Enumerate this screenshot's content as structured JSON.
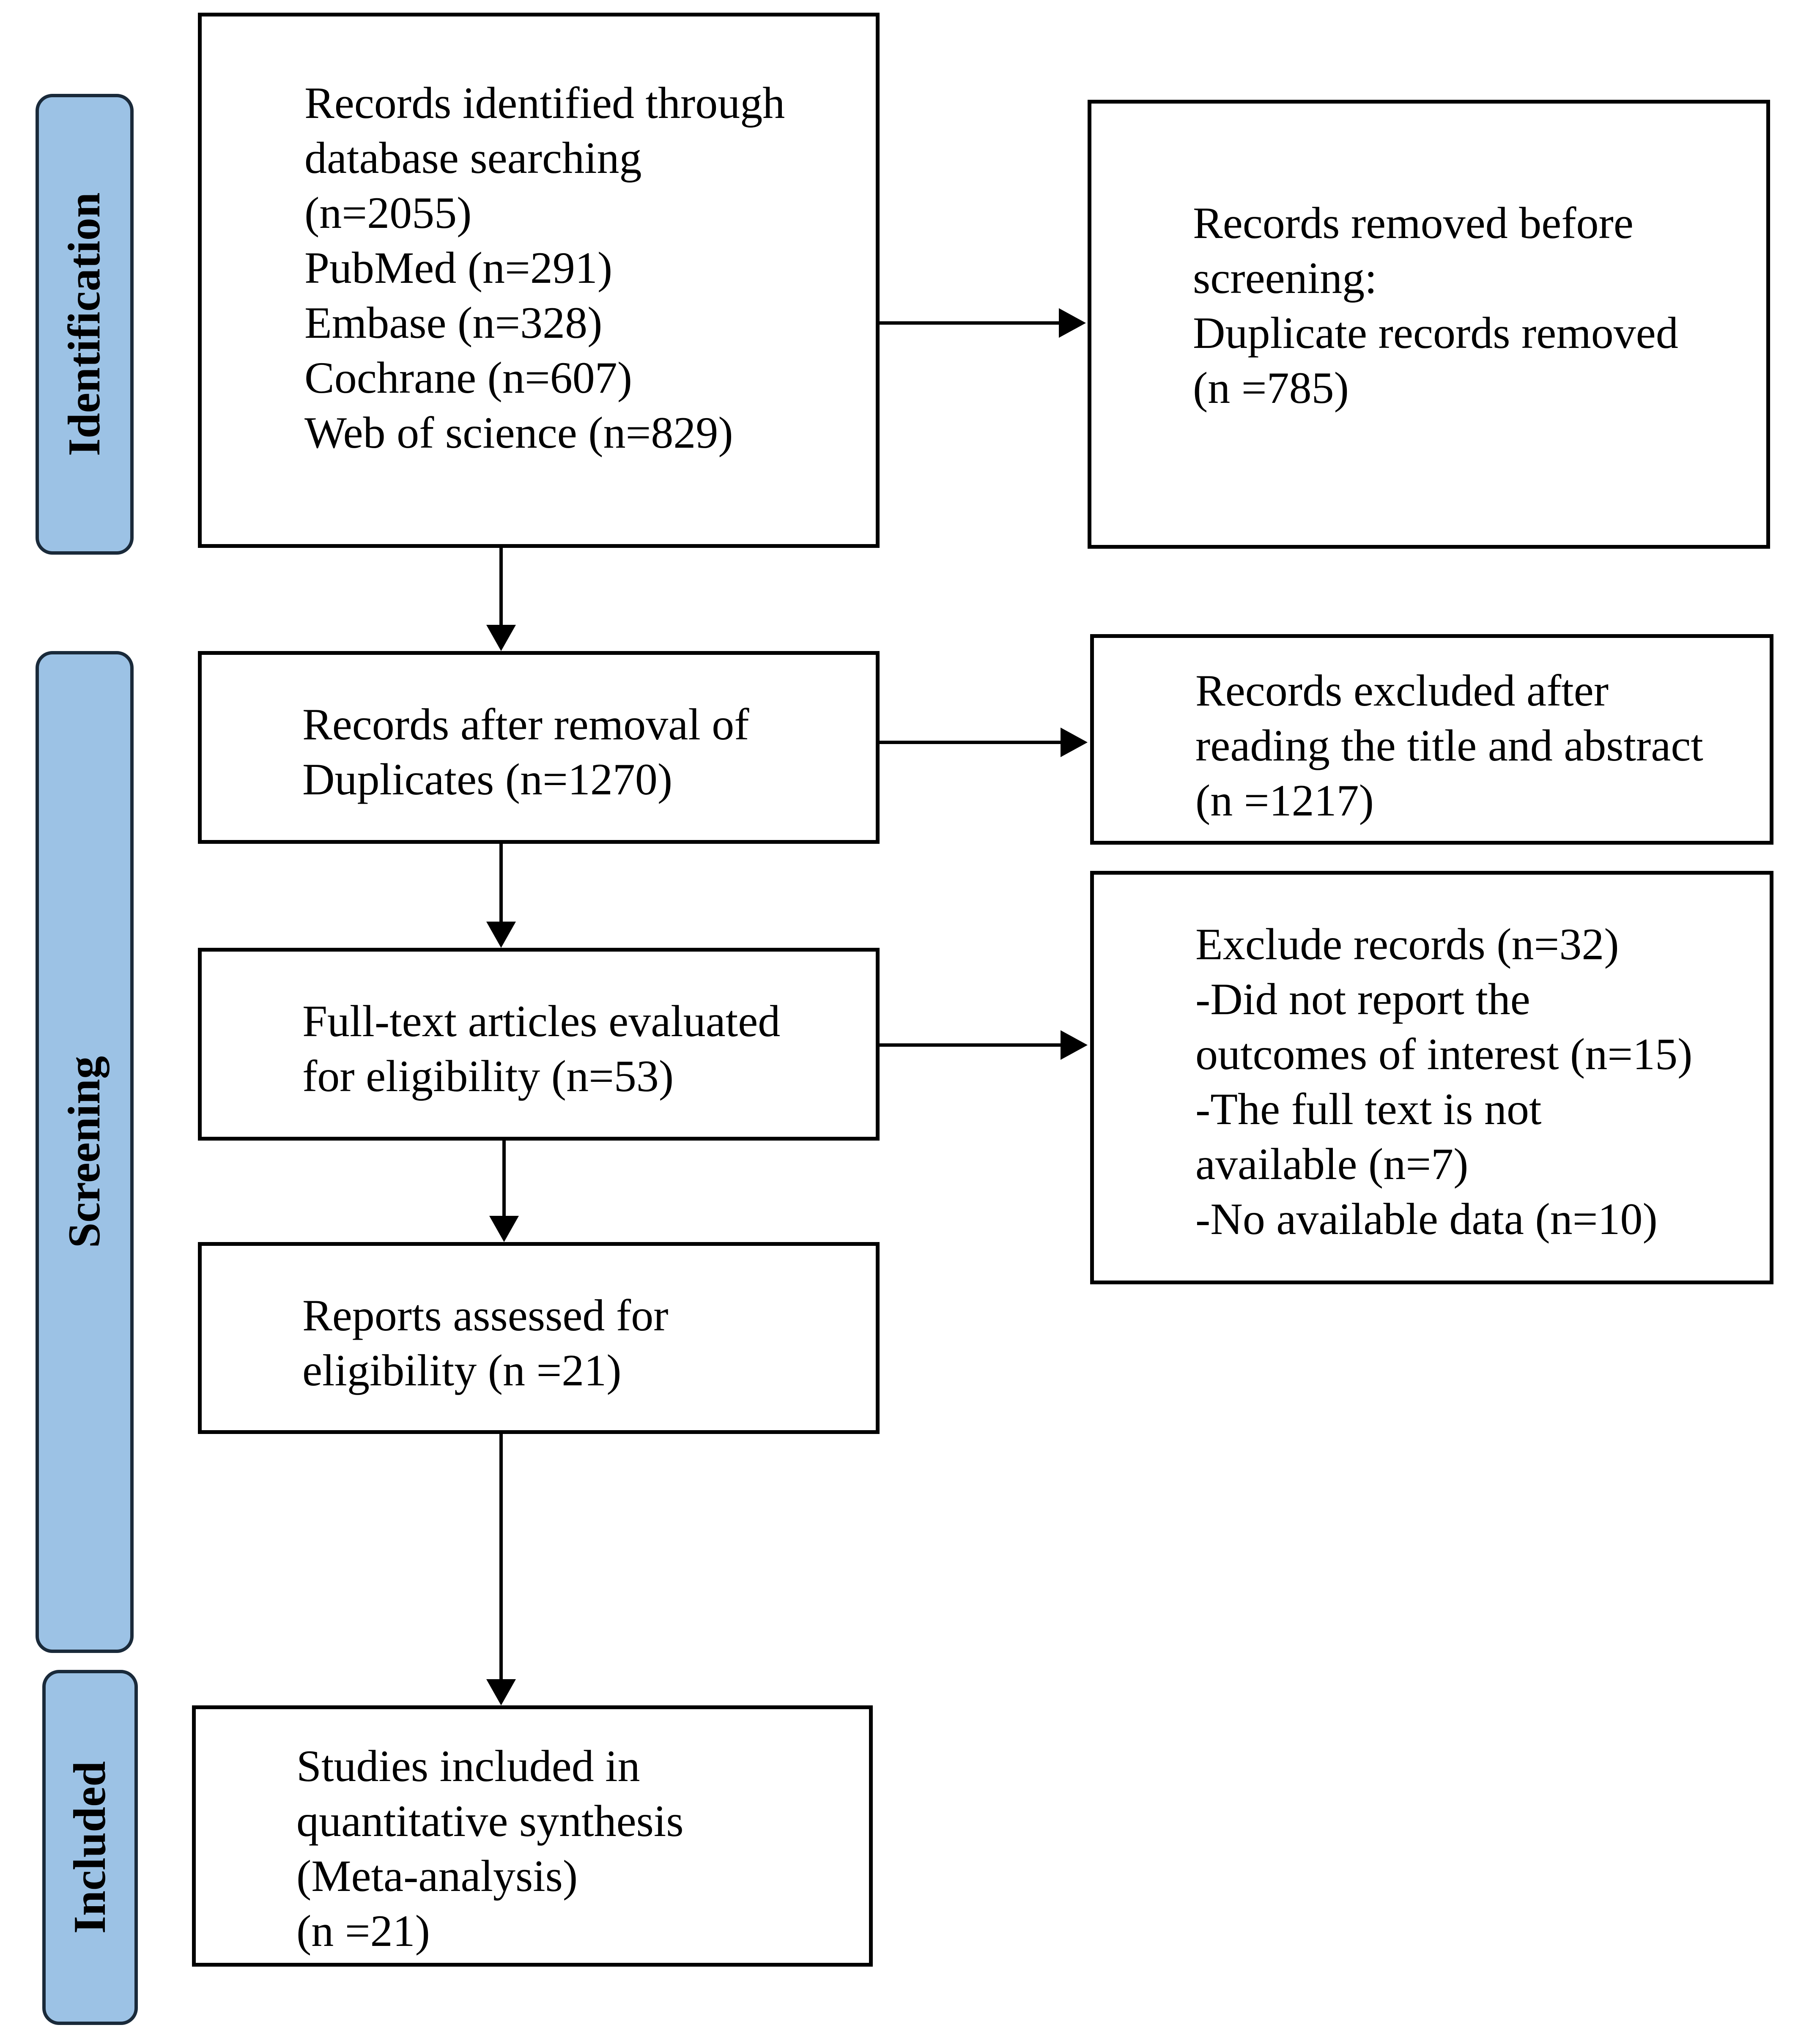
{
  "phases": {
    "identification": "Identification",
    "screening": "Screening",
    "included": "Included"
  },
  "boxes": {
    "identified": {
      "lines": [
        "Records identified through",
        "database searching",
        "(n=2055)",
        "PubMed (n=291)",
        "Embase (n=328)",
        "Cochrane (n=607)",
        "Web of science (n=829)"
      ]
    },
    "removed_before_screening": {
      "lines": [
        "Records removed before",
        "screening:",
        "Duplicate records removed",
        "(n =785)"
      ]
    },
    "after_duplicates": {
      "lines": [
        "Records after removal of",
        "Duplicates (n=1270)"
      ]
    },
    "excluded_title_abstract": {
      "lines": [
        "Records excluded after",
        "reading the title and abstract",
        "(n =1217)"
      ]
    },
    "fulltext_evaluated": {
      "lines": [
        "Full-text articles evaluated",
        "for eligibility (n=53)"
      ]
    },
    "excluded_records": {
      "lines": [
        "Exclude records (n=32)",
        "-Did not report the",
        "outcomes of interest (n=15)",
        "-The full text is not",
        "available (n=7)",
        "-No available data (n=10)"
      ]
    },
    "reports_assessed": {
      "lines": [
        "Reports assessed for",
        "eligibility (n =21)"
      ]
    },
    "studies_included": {
      "lines": [
        "Studies included in",
        "quantitative synthesis",
        "(Meta-analysis)",
        "(n =21)"
      ]
    }
  },
  "colors": {
    "phase_fill": "#9cc2e5",
    "phase_border": "#1a2a3a",
    "box_border": "#000000"
  }
}
